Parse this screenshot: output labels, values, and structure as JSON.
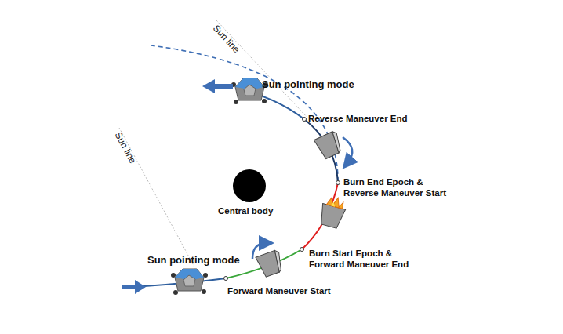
{
  "diagram": {
    "labels": [
      "Sun line",
      "Sun pointing mode",
      "Reverse Maneuver End",
      "Burn End Epoch & Reverse Maneuver Start",
      "Central body",
      "Burn Start Epoch & Forward Maneuver End",
      "Sun line",
      "Sun pointing mode",
      "Forward Maneuver Start"
    ]
  }
}
